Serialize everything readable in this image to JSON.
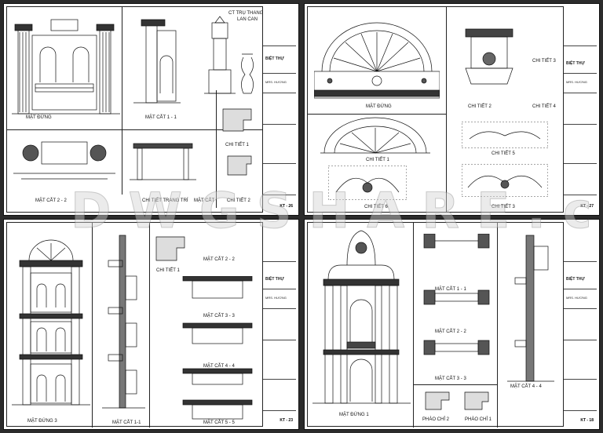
{
  "watermark": "DWGSHARE.com",
  "colors": {
    "background": "#2b2b2b",
    "paper": "#ffffff",
    "ink": "#111111"
  },
  "sheets": [
    {
      "sheet_no": "KT - 26",
      "project": "BIỆT THỰ",
      "owner": "MRS. HƯƠNG",
      "labels": {
        "mat_dung": "MẶT ĐỨNG",
        "mat_cat_1_1": "MẶT CẮT 1 - 1",
        "ct_tru_thang": "CT TRỤ THANG",
        "lan_can": "LAN CAN",
        "chi_tiet_1": "CHI TIẾT 1",
        "mat_cat_2_2": "MẶT CẮT 2 - 2",
        "chi_tiet_trang_tri": "CHI TIẾT TRANG TRÍ",
        "mat_cat": "MẶT CẮT",
        "chi_tiet_2": "CHI TIẾT 2"
      }
    },
    {
      "sheet_no": "KT - 27",
      "project": "BIỆT THỰ",
      "owner": "MRS. HƯƠNG",
      "labels": {
        "mat_dung": "MẶT ĐỨNG",
        "chi_tiet_2": "CHI TIẾT 2",
        "chi_tiet_3_top": "CHI TIẾT 3",
        "chi_tiet_4": "CHI TIẾT 4",
        "chi_tiet_1": "CHI TIẾT 1",
        "chi_tiet_5": "CHI TIẾT 5",
        "chi_tiet_6": "CHI TIẾT 6",
        "chi_tiet_3_bottom": "CHI TIẾT 3"
      }
    },
    {
      "sheet_no": "KT - 23",
      "project": "BIỆT THỰ",
      "owner": "MRS. HƯƠNG",
      "labels": {
        "chi_tiet_1": "CHI TIẾT 1",
        "mat_cat_2_2": "MẶT CẮT 2 - 2",
        "mat_cat_3_3": "MẶT CẮT 3 - 3",
        "mat_cat_4_4": "MẶT CẮT 4 - 4",
        "mat_dung_3": "MẶT ĐỨNG 3",
        "mat_cat_1_1": "MẶT CẮT 1-1",
        "mat_cat_5_5": "MẶT CẮT 5 - 5"
      }
    },
    {
      "sheet_no": "KT - 18",
      "project": "BIỆT THỰ",
      "owner": "MRS. HƯƠNG",
      "labels": {
        "mat_cat_1_1": "MẶT CẮT 1 - 1",
        "mat_cat_2_2": "MẶT CẮT 2 - 2",
        "mat_cat_3_3": "MẶT CẮT 3 - 3",
        "mat_cat_4_4": "MẶT CẮT 4 - 4",
        "mat_dung_1": "MẶT ĐỨNG 1",
        "phao_chi_2": "PHÀO CHỈ 2",
        "phao_chi_1": "PHÀO CHỈ 1"
      }
    }
  ]
}
